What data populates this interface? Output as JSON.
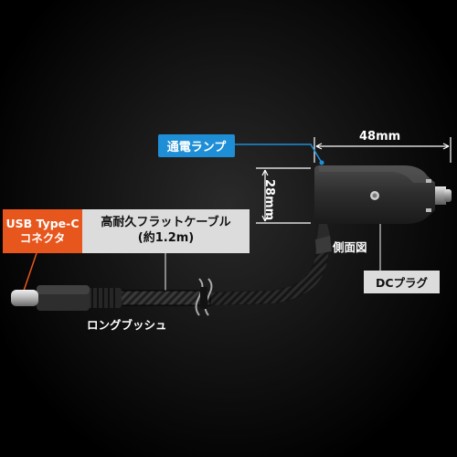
{
  "labels": {
    "lamp": "通電ランプ",
    "usb_line1": "USB Type-C",
    "usb_line2": "コネクタ",
    "cable_line1": "高耐久フラットケーブル",
    "cable_line2": "(約1.2m)",
    "dc_plug": "DCプラグ",
    "side_view": "側面図",
    "long_bush": "ロングブッシュ"
  },
  "dimensions": {
    "width": "48mm",
    "height": "28mm"
  },
  "colors": {
    "lamp_bg": "#1e8ed6",
    "usb_bg": "#e7561d",
    "gray_label_bg": "#dcdcdc",
    "background": "#000000"
  }
}
